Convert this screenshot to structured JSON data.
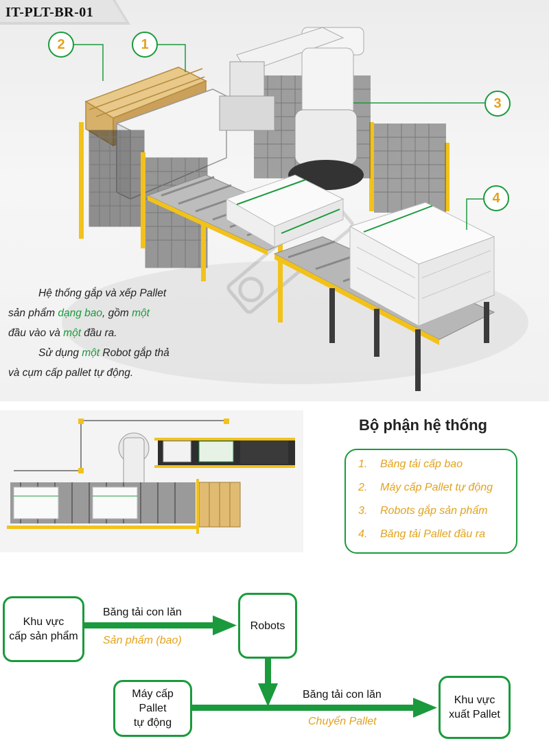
{
  "header": {
    "code": "IT-PLT-BR-01"
  },
  "callouts": [
    "1",
    "2",
    "3",
    "4"
  ],
  "description": {
    "line1_pre": "Hệ thống gắp và xếp Pallet",
    "line2_pre": "sản phẩm ",
    "line2_g": "dạng bao",
    "line2_mid": ", gồm ",
    "line2_g2": "một",
    "line3_pre": "đầu vào và ",
    "line3_g": "một",
    "line3_post": " đầu ra.",
    "line4_pre": "Sử dụng ",
    "line4_g": "một",
    "line4_post": " Robot gắp thả",
    "line5": "và cụm cấp pallet tự động."
  },
  "parts": {
    "title": "Bộ phận hệ thống",
    "items": [
      {
        "num": "1.",
        "label": "Băng tải cấp bao"
      },
      {
        "num": "2.",
        "label": "Máy cấp Pallet tự động"
      },
      {
        "num": "3.",
        "label": "Robots gắp sản phẩm"
      },
      {
        "num": "4.",
        "label": "Băng tải Pallet đầu ra"
      }
    ]
  },
  "flow": {
    "box_input_l1": "Khu vực",
    "box_input_l2": "cấp sản phẩm",
    "box_robots": "Robots",
    "box_pallet_l1": "Máy cấp",
    "box_pallet_l2": "Pallet",
    "box_pallet_l3": "tự động",
    "box_output_l1": "Khu vực",
    "box_output_l2": "xuất Pallet",
    "edge1_top": "Băng tải con lăn",
    "edge1_bottom": "Sản phẩm (bao)",
    "edge2_top": "Băng tải con lăn",
    "edge2_bottom": "Chuyển Pallet"
  },
  "colors": {
    "green": "#1a9a3c",
    "orange": "#e2a21c",
    "frame_yellow": "#f2c21b"
  }
}
